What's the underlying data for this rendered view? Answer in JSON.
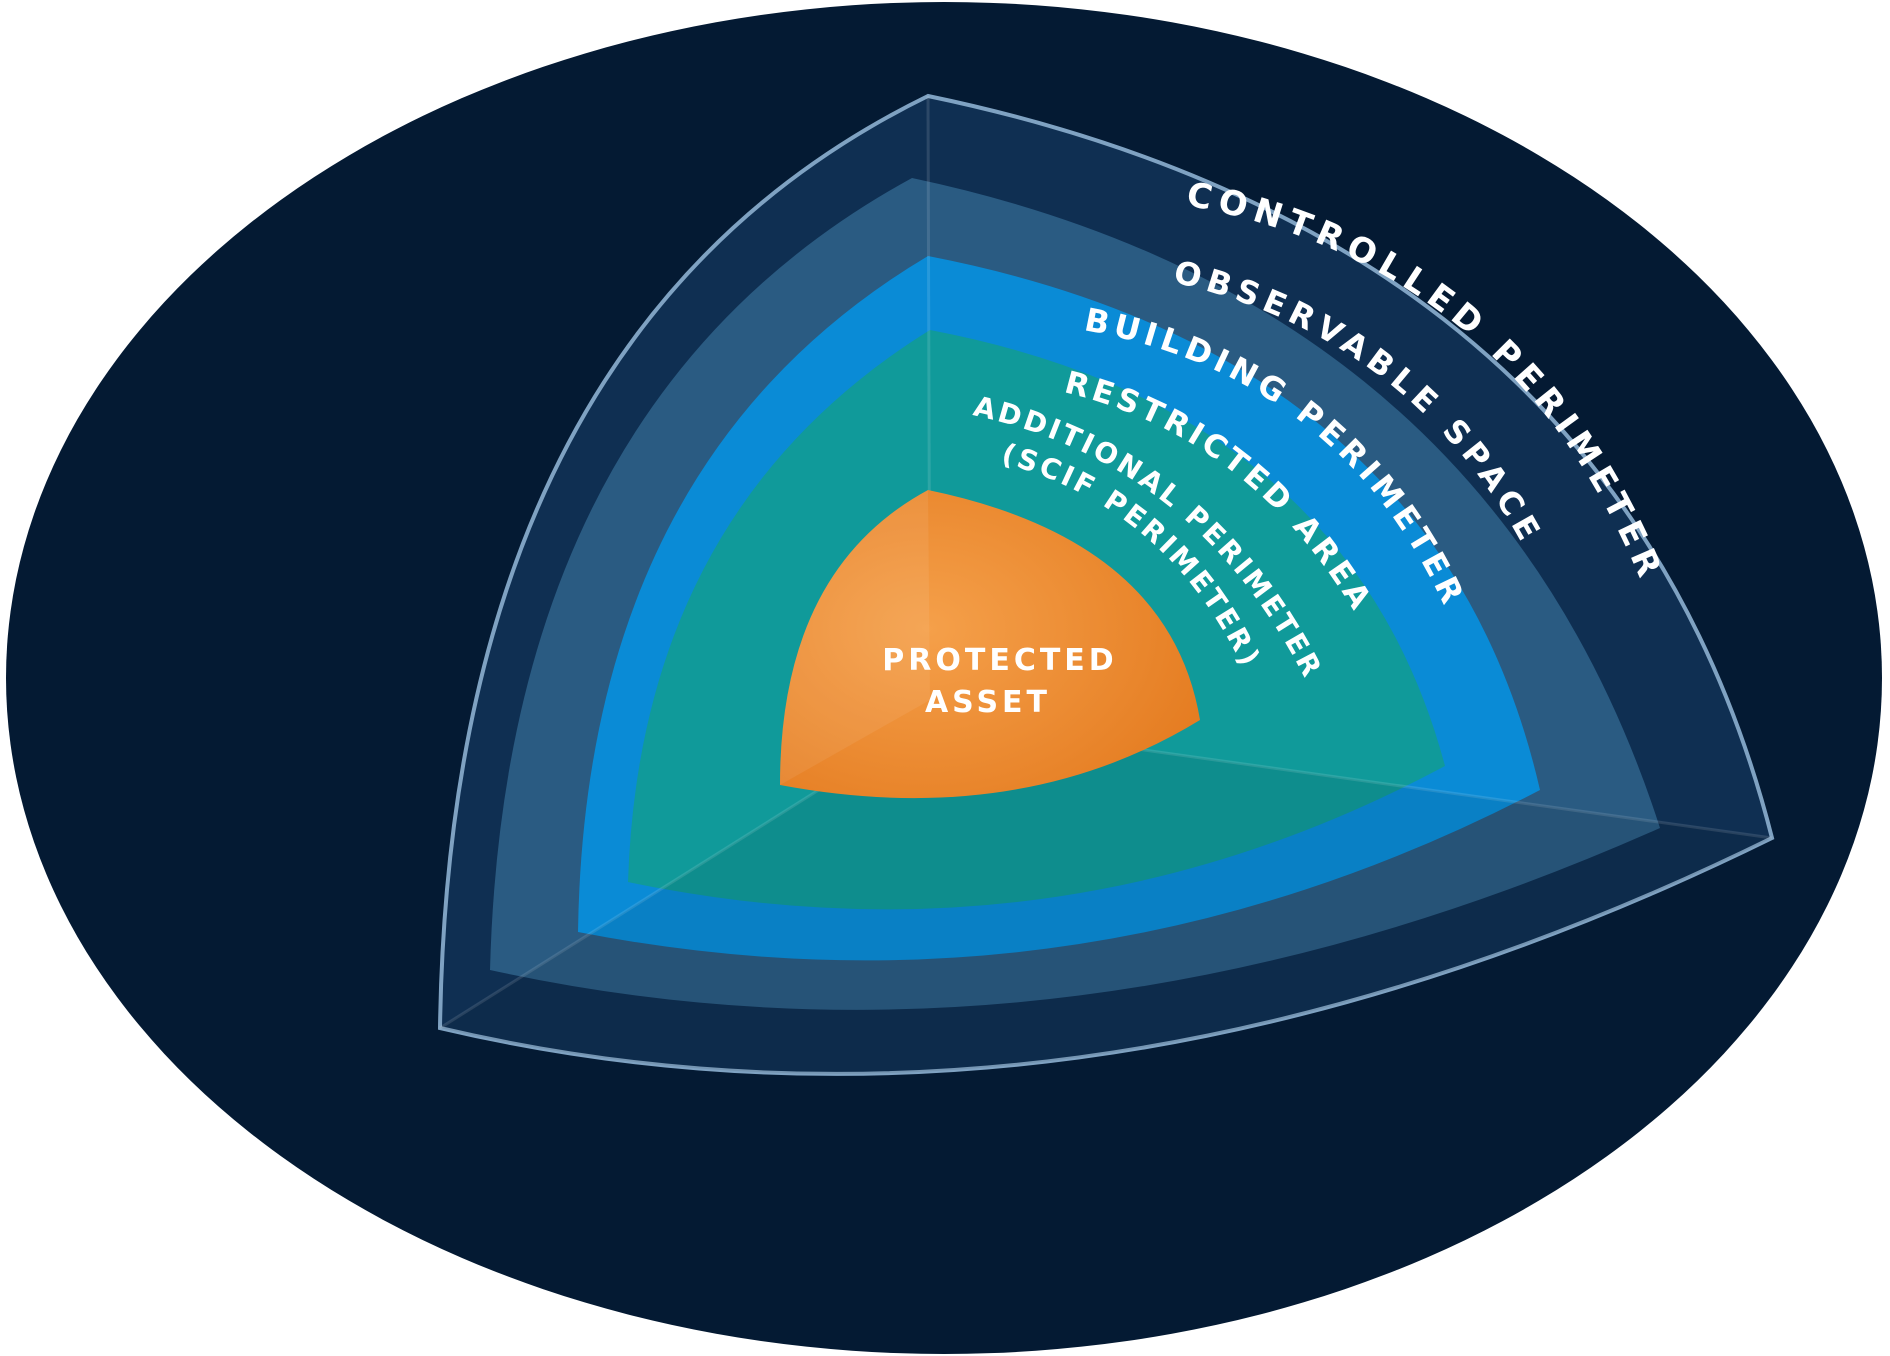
{
  "diagram": {
    "layers": [
      {
        "id": "controlled",
        "label": "CONTROLLED PERIMETER",
        "color": "#0f2f52"
      },
      {
        "id": "observable",
        "label": "OBSERVABLE SPACE",
        "color": "#2a5b82"
      },
      {
        "id": "building",
        "label": "BUILDING PERIMETER",
        "color": "#0a8bd6"
      },
      {
        "id": "restricted",
        "label": "RESTRICTED AREA",
        "color": "#109a9a"
      },
      {
        "id": "additional",
        "label_line1": "ADDITIONAL PERIMETER",
        "label_line2": "(SCIF PERIMETER)"
      },
      {
        "id": "asset",
        "label_line1": "PROTECTED",
        "label_line2": "ASSET",
        "color": "#eb8a2c"
      }
    ],
    "colors": {
      "background": "#041a33",
      "outer_edge": "#7fa2c2"
    }
  }
}
